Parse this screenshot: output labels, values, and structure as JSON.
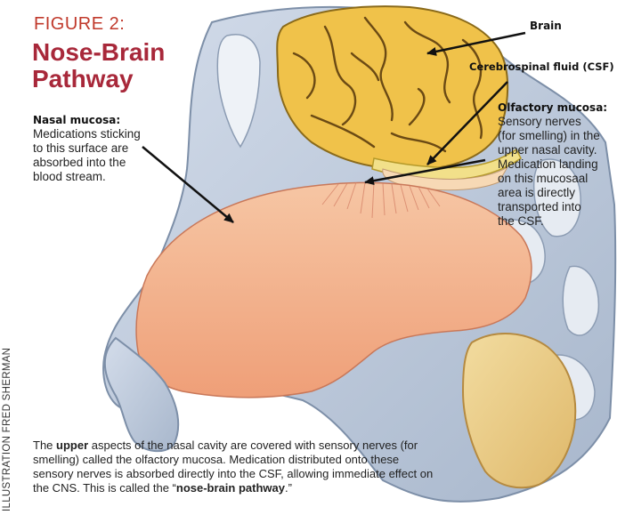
{
  "figure": {
    "number_label": "FIGURE 2:",
    "title_line1": "Nose-Brain",
    "title_line2": "Pathway"
  },
  "labels": {
    "brain": "Brain",
    "csf": "Cerebrospinal fluid (CSF)",
    "olfactory_title": "Olfactory mucosa:",
    "olfactory_lines": [
      "Sensory nerves",
      "(for smelling) in the",
      "upper nasal cavity.",
      "Medication landing",
      "on this mucosaal",
      "area is directly",
      "transported into",
      "the CSF."
    ],
    "nasal_title": "Nasal mucosa:",
    "nasal_lines": [
      "Medications sticking",
      "to this surface are",
      "absorbed into the",
      "blood stream."
    ]
  },
  "credit": "ILLUSTRATION FRED SHERMAN",
  "caption": {
    "p1": "The ",
    "b1": "upper",
    "p2": " aspects of the nasal cavity are covered with sensory nerves (for smelling) called the olfactory mucosa. Medication distributed onto these sensory nerves is absorbed directly into the CSF, allowing immediate effect on the CNS. This is called the “",
    "b2": "nose-brain pathway",
    "p3": ".”"
  },
  "colors": {
    "title": "#a8283a",
    "brain": "#f0c24a",
    "mucosa": "#f3b089",
    "bone": "#b9c6d8"
  }
}
